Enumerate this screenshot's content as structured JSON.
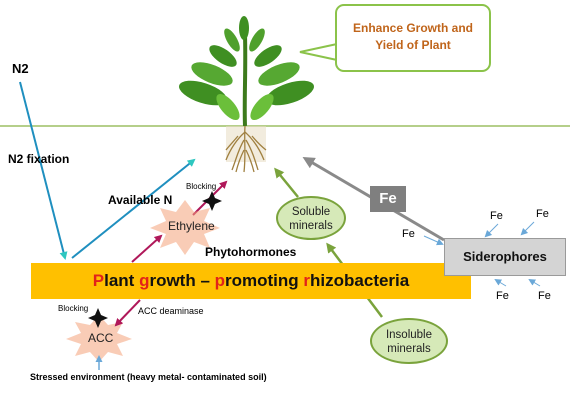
{
  "labels": {
    "n2": "N2",
    "n2_fixation": "N2 fixation",
    "available_n": "Available N",
    "blocking_top": "Blocking",
    "ethylene": "Ethylene",
    "phytohormones": "Phytohormones",
    "soluble_minerals": "Soluble minerals",
    "insoluble_minerals": "Insoluble minerals",
    "fe_box": "Fe",
    "fe_small": "Fe",
    "siderophores": "Siderophores",
    "blocking_bottom": "Blocking",
    "acc": "ACC",
    "acc_deaminase": "ACC deaminase",
    "stressed_env": "Stressed environment (heavy metal- contaminated soil)"
  },
  "callout": {
    "line1": "Enhance Growth and",
    "line2": "Yield of Plant"
  },
  "banner": {
    "parts": [
      {
        "text": "P",
        "highlight": true
      },
      {
        "text": "lant ",
        "highlight": false
      },
      {
        "text": "g",
        "highlight": true
      },
      {
        "text": "rowth – ",
        "highlight": false
      },
      {
        "text": "p",
        "highlight": true
      },
      {
        "text": "romoting ",
        "highlight": false
      },
      {
        "text": "r",
        "highlight": true
      },
      {
        "text": "hizobacteria",
        "highlight": false
      }
    ]
  },
  "colors": {
    "banner": "#ffc000",
    "banner_highlight": "#e2231a",
    "callout_text": "#c0651b",
    "callout_border": "#8bc34a",
    "soil_line": "#b5cf8a",
    "n_arrow": "#1f8fbf",
    "n_arrowhead": "#2ec7c0",
    "ethylene_arrow": "#b0185a",
    "mineral_arrow": "#7aa33c",
    "fe_arrow": "#8a8a8a",
    "acc_arrow": "#4a90c8",
    "starburst": "#f4a37a"
  }
}
